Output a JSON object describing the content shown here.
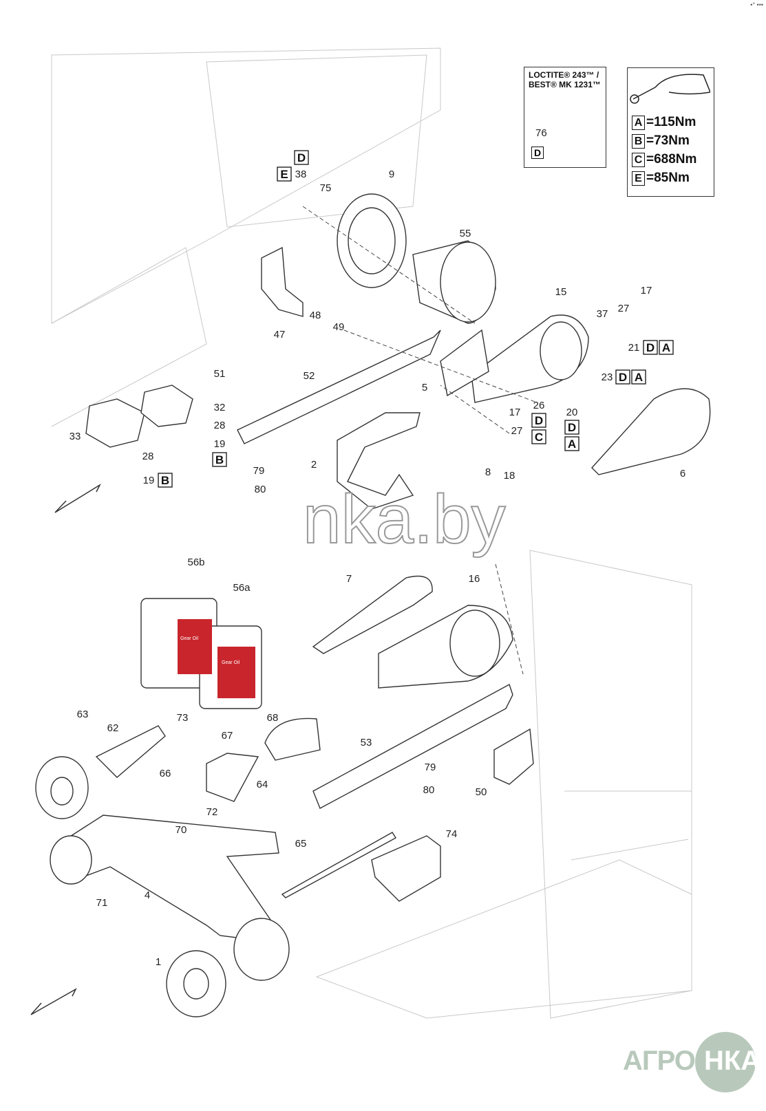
{
  "corner_mark": "•° •••",
  "loctite_panel": {
    "title_line1": "LOCTITE® 243™ /",
    "title_line2": "BEST® MK 1231™",
    "part_number": "76",
    "code": "D"
  },
  "torque_panel": {
    "rows": [
      {
        "key": "A",
        "value": "=115Nm"
      },
      {
        "key": "B",
        "value": "=73Nm"
      },
      {
        "key": "C",
        "value": "=688Nm"
      },
      {
        "key": "E",
        "value": "=85Nm"
      }
    ]
  },
  "part_labels": [
    "38",
    "75",
    "9",
    "55",
    "15",
    "17",
    "27",
    "37",
    "21",
    "23",
    "47",
    "48",
    "49",
    "51",
    "52",
    "5",
    "26",
    "20",
    "17",
    "27",
    "32",
    "28",
    "19",
    "33",
    "28",
    "19",
    "79",
    "80",
    "2",
    "8",
    "18",
    "6",
    "56b",
    "56a",
    "7",
    "16",
    "63",
    "62",
    "73",
    "68",
    "67",
    "64",
    "53",
    "79",
    "80",
    "50",
    "66",
    "72",
    "70",
    "65",
    "74",
    "71",
    "4",
    "1"
  ],
  "code_boxes": [
    "D",
    "E",
    "D",
    "A",
    "D",
    "A",
    "D",
    "C",
    "D",
    "A",
    "B",
    "B"
  ],
  "oil_label": "Gear Oil",
  "watermark": "nka.by",
  "logo": {
    "left": "АГРО",
    "right": "НКА"
  }
}
